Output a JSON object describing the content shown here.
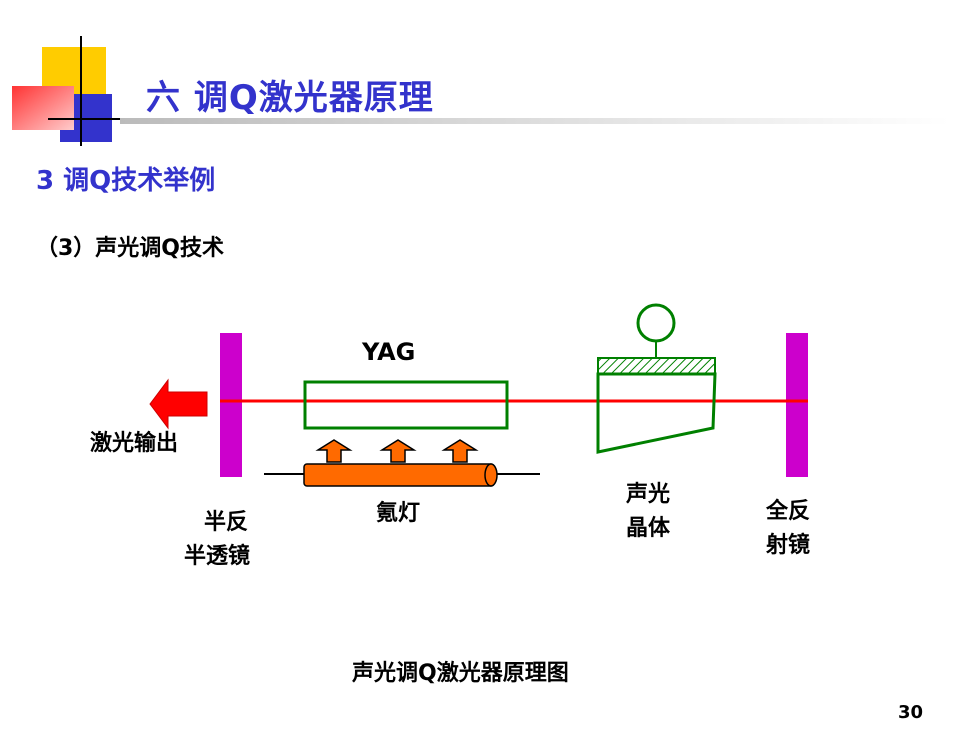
{
  "slide": {
    "title": "六 调Q激光器原理",
    "subtitle": "3 调Q技术举例",
    "section": "（3）声光调Q技术",
    "page_number": "30"
  },
  "diagram": {
    "yag_label": "YAG",
    "output_label": "激光输出",
    "output_mirror_label_1": "半反",
    "output_mirror_label_2": "半透镜",
    "lamp_label": "氪灯",
    "crystal_label_1": "声光",
    "crystal_label_2": "晶体",
    "rear_mirror_label_1": "全反",
    "rear_mirror_label_2": "射镜",
    "caption": "声光调Q激光器原理图"
  },
  "colors": {
    "title_blue": "#3333cc",
    "mirror_magenta": "#cc00cc",
    "beam_red": "#ff0000",
    "rod_green": "#008000",
    "lamp_orange": "#ff6a00"
  }
}
